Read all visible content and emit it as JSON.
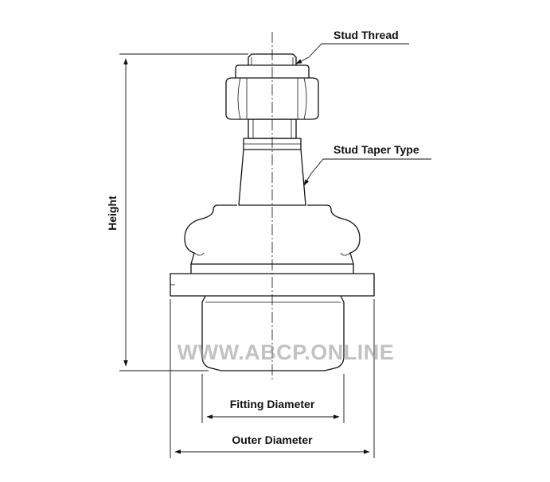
{
  "labels": {
    "stud_thread": "Stud Thread",
    "stud_taper_type": "Stud Taper Type",
    "height": "Height",
    "fitting_diameter": "Fitting Diameter",
    "outer_diameter": "Outer Diameter"
  },
  "watermark": "WWW.ABCP.ONLINE",
  "colors": {
    "line": "#111111",
    "background": "#ffffff",
    "watermark": "#9a9a9a"
  }
}
